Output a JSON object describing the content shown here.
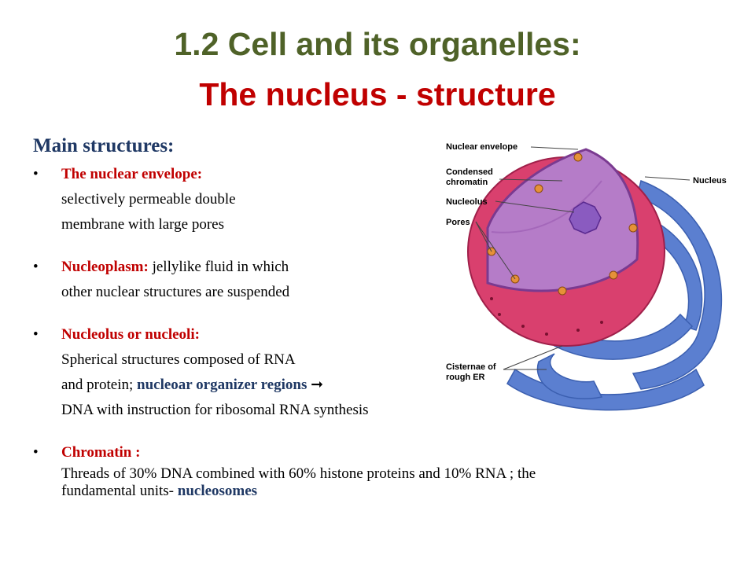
{
  "slide": {
    "title_line1": "1.2 Cell and its organelles:",
    "title_line2": "The nucleus - structure",
    "heading": "Main structures:",
    "bullets": [
      {
        "term": "The nuclear envelope:",
        "line1": "selectively permeable double",
        "line2": "membrane with large pores"
      },
      {
        "term": "Nucleoplasm:",
        "rest": " jellylike fluid in which",
        "line2": "other nuclear structures are suspended"
      },
      {
        "term": "Nucleolus or nucleoli:",
        "line1": "Spherical structures composed of RNA",
        "line2_pre": "and protein; ",
        "line2_bold": "nucleoar organizer regions",
        "arrow": "➞",
        "line3": "DNA with instruction for ribosomal RNA synthesis"
      },
      {
        "term": "Chromatin :",
        "line1": "Threads of 30% DNA  combined with 60% histone proteins and 10% RNA ; the",
        "line2_pre": "fundamental units- ",
        "line2_bold": "nucleosomes"
      }
    ],
    "bullet_char": "•"
  },
  "diagram": {
    "labels": {
      "envelope": "Nuclear envelope",
      "chromatin1": "Condensed",
      "chromatin2": "chromatin",
      "nucleolus": "Nucleolus",
      "pores": "Pores",
      "nucleus": "Nucleus",
      "er1": "Cisternae of",
      "er2": "rough ER"
    },
    "colors": {
      "envelope": "#d9406e",
      "nucleoplasm": "#b57cc8",
      "er": "#5b7fd0",
      "nucleolus": "#8a5bc0"
    }
  }
}
